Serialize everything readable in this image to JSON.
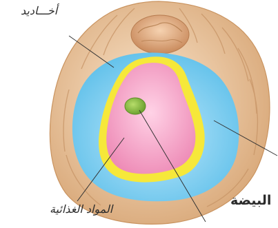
{
  "labels": {
    "furrows": "أخـــاديد",
    "nutrients": "المواد الغذائية",
    "egg": "البيضة"
  },
  "colors": {
    "outer_shell": "#efcba0",
    "blue_layer": "#8fd3f0",
    "yellow_ring": "#f6e83a",
    "pink_core": "#f0a0c0",
    "nucleus": "#8fc34a",
    "micropyle": "#e8b58a"
  }
}
